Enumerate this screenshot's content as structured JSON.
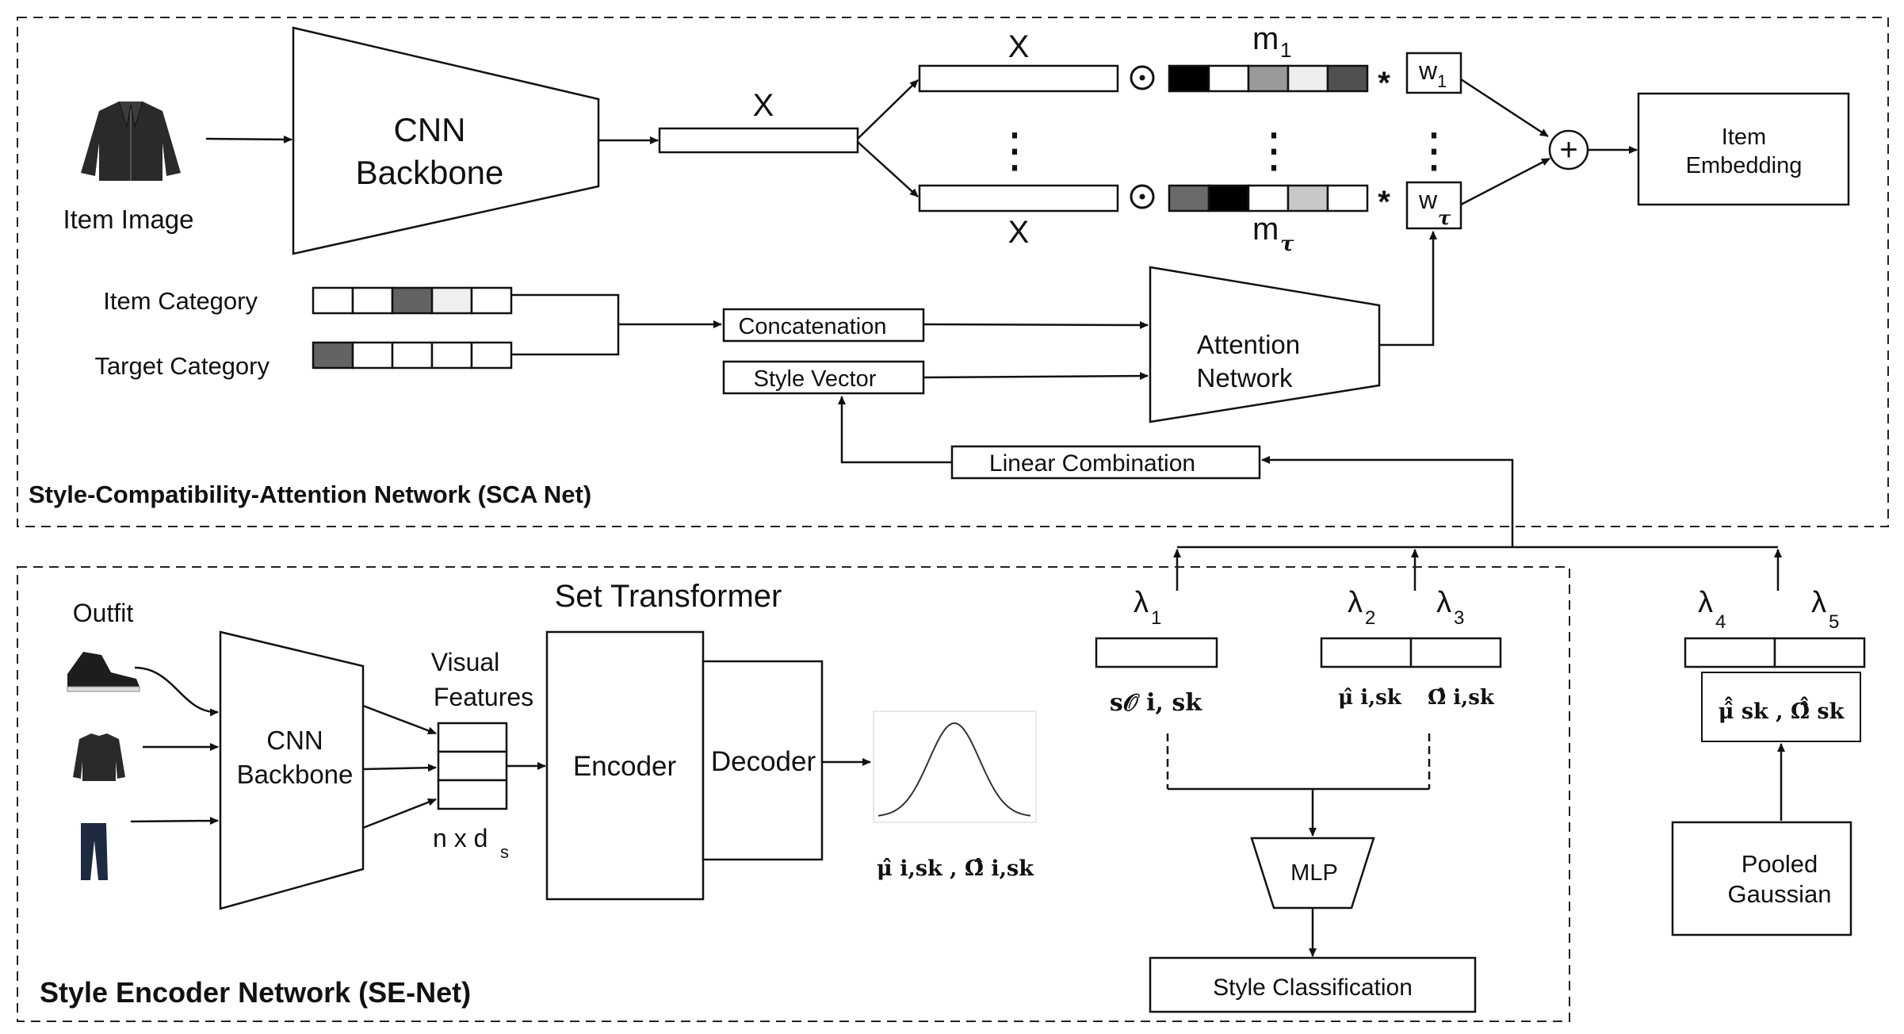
{
  "sca": {
    "title": "Style-Compatibility-Attention Network (SCA Net)",
    "item_image_label": "Item Image",
    "cnn_backbone_line1": "CNN",
    "cnn_backbone_line2": "Backbone",
    "x_label": "X",
    "m1_label": "m",
    "m1_sub": "1",
    "mt_label": "m",
    "mt_sub": "τ",
    "w1_label": "w",
    "w1_sub": "1",
    "wt_label": "w",
    "wt_sub": "τ",
    "odot": "⊙",
    "star": "*",
    "dots": "⋮",
    "plus": "+",
    "item_embedding_line1": "Item",
    "item_embedding_line2": "Embedding",
    "item_category_label": "Item Category",
    "target_category_label": "Target Category",
    "concatenation_label": "Concatenation",
    "style_vector_label": "Style Vector",
    "attention_line1": "Attention",
    "attention_line2": "Network",
    "linear_combination_label": "Linear Combination",
    "m1_cell_colors": [
      "#000000",
      "#ffffff",
      "#9a9a9a",
      "#eeeeee",
      "#505050"
    ],
    "mt_cell_colors": [
      "#6a6a6a",
      "#000000",
      "#ffffff",
      "#c8c8c8",
      "#ffffff"
    ],
    "item_category_cells": [
      "#ffffff",
      "#ffffff",
      "#636363",
      "#efefef",
      "#ffffff"
    ],
    "target_category_cells": [
      "#636363",
      "#ffffff",
      "#ffffff",
      "#ffffff",
      "#ffffff"
    ]
  },
  "se": {
    "title": "Style Encoder Network (SE-Net)",
    "outfit_label": "Outfit",
    "cnn_backbone_line1": "CNN",
    "cnn_backbone_line2": "Backbone",
    "visual_features_line1": "Visual",
    "visual_features_line2": "Features",
    "n_x_d_label": "n x d",
    "n_x_d_sub": "s",
    "set_transformer_label": "Set Transformer",
    "encoder_label": "Encoder",
    "decoder_label": "Decoder",
    "gauss_params_label": "μ̂ i,sk , Ω̂ i,sk"
  },
  "lambdas": {
    "l1": "λ",
    "l1_sub": "1",
    "l2": "λ",
    "l2_sub": "2",
    "l3": "λ",
    "l3_sub": "3",
    "l4": "λ",
    "l4_sub": "4",
    "l5": "λ",
    "l5_sub": "5"
  },
  "style_vectors": {
    "s_o_label": "s𝒪 i, sk",
    "mu_hat_label": "μ̂ i,sk",
    "omega_hat_label": "Ω̂ i,sk",
    "pooled_params_label": "μ̂̂ sk , Ω̂̂ sk",
    "mlp_label": "MLP",
    "style_classification_label": "Style Classification",
    "pooled_line1": "Pooled",
    "pooled_line2": "Gaussian"
  }
}
